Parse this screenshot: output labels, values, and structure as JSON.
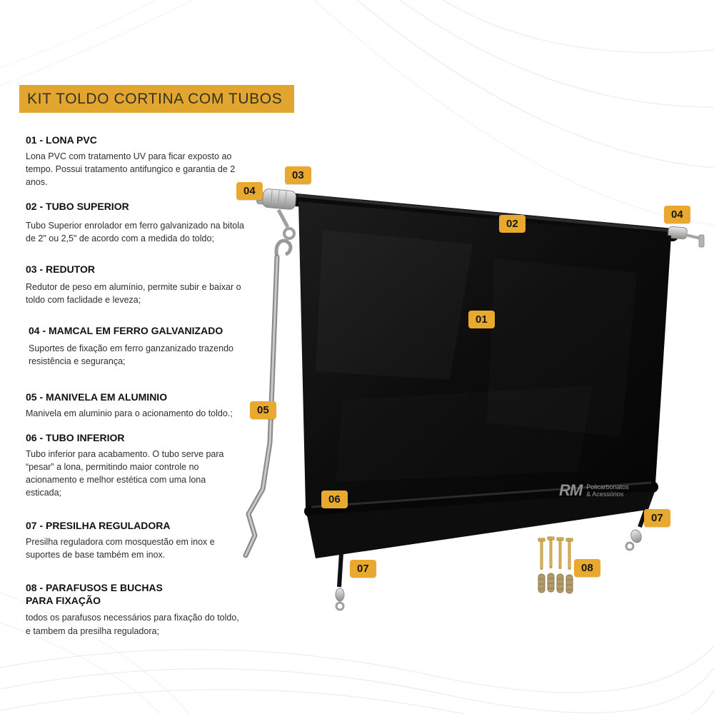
{
  "title": "KIT TOLDO CORTINA COM TUBOS",
  "items": [
    {
      "heading": "01 - LONA PVC",
      "body": "Lona PVC com tratamento UV para ficar exposto ao tempo. Possui tratamento antifungico e garantia de 2 anos."
    },
    {
      "heading": "02 - TUBO SUPERIOR",
      "body": "Tubo Superior enrolador em ferro galvanizado na bitola de 2\" ou 2,5\" de acordo com a medida do toldo;"
    },
    {
      "heading": "03 - REDUTOR",
      "body": "Redutor de peso em alumínio, permite subir e baixar o toldo com faclidade e leveza;"
    },
    {
      "heading": "04 - MAMCAL  EM FERRO GALVANIZADO",
      "body": "Suportes de fixação em ferro ganzanizado trazendo resistência e segurança;"
    },
    {
      "heading": "05 - MANIVELA EM ALUMINIO",
      "body": "Manivela em aluminio para o acionamento do toldo.;"
    },
    {
      "heading": "06 - TUBO INFERIOR",
      "body": "Tubo inferior para acabamento. O tubo serve para “pesar” a lona, permitindo maior controle no acionamento e melhor estética com uma lona esticada;"
    },
    {
      "heading": "07 - PRESILHA REGULADORA",
      "body": "Presilha reguladora com mosquestão em inox e suportes de base também em inox."
    },
    {
      "heading": "08 - PARAFUSOS E BUCHAS PARA FIXAÇÃO",
      "body": "todos os parafusos necessários para fixação do toldo, e tambem da presilha reguladora;"
    }
  ],
  "callouts": [
    {
      "number": "03"
    },
    {
      "number": "04"
    },
    {
      "number": "02"
    },
    {
      "number": "04"
    },
    {
      "number": "01"
    },
    {
      "number": "05"
    },
    {
      "number": "06"
    },
    {
      "number": "07"
    },
    {
      "number": "08"
    },
    {
      "number": "07"
    }
  ],
  "watermark": {
    "initials": "RM",
    "line1": "Policarbonatos",
    "line2": "& Acessórios"
  },
  "colors": {
    "accent": "#E2A52F",
    "tarp": "#0c0c0c",
    "label_text": "#161616"
  }
}
